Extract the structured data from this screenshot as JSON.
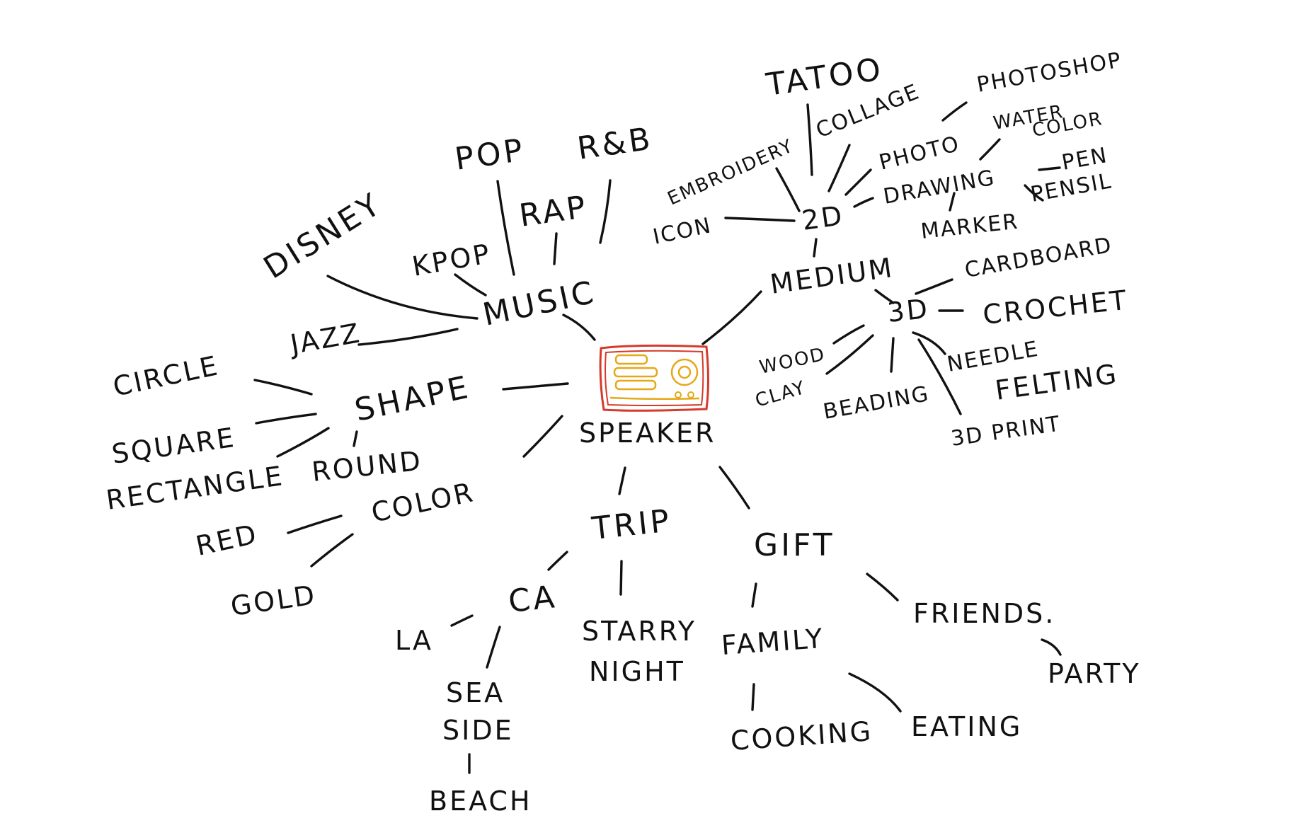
{
  "colors": {
    "ink": "#111111",
    "speaker_outline": "#d63a2a",
    "speaker_detail": "#e6a817",
    "background": "#ffffff"
  },
  "central": {
    "icon": "speaker-icon",
    "label": "SPEAKER"
  },
  "nodes": {
    "music": "MUSIC",
    "pop": "POP",
    "rnb": "R&B",
    "rap": "RAP",
    "kpop": "KPOP",
    "disney": "DISNEY",
    "jazz": "JAZZ",
    "shape": "SHAPE",
    "circle": "CIRCLE",
    "square": "SQUARE",
    "rectangle": "RECTANGLE",
    "round": "ROUND",
    "color": "COLOR",
    "red": "RED",
    "gold": "GOLD",
    "trip": "TRIP",
    "ca": "CA",
    "la": "LA",
    "sea": "SEA",
    "side": "SIDE",
    "beach": "BEACH",
    "starry": "STARRY",
    "night": "NIGHT",
    "gift": "GIFT",
    "family": "FAMILY",
    "cooking": "COOKING",
    "eating": "EATING",
    "friends": "FRIENDS.",
    "party": "PARTY",
    "medium": "MEDIUM",
    "d2": "2D",
    "icon": "ICON",
    "embroidery": "EMBROIDERY",
    "tatoo": "TATOO",
    "collage": "COLLAGE",
    "photo": "PHOTO",
    "photoshop": "PHOTOSHOP",
    "drawing": "DRAWING",
    "water": "WATER",
    "color_small": "COLOR",
    "pen": "PEN",
    "pensil": "PENSIL",
    "marker": "MARKER",
    "d3": "3D",
    "cardboard": "CARDBOARD",
    "crochet": "CROCHET",
    "needle": "NEEDLE",
    "felting": "FELTING",
    "print3d": "3D PRINT",
    "beading": "BEADING",
    "wood": "WOOD",
    "clay": "CLAY"
  }
}
